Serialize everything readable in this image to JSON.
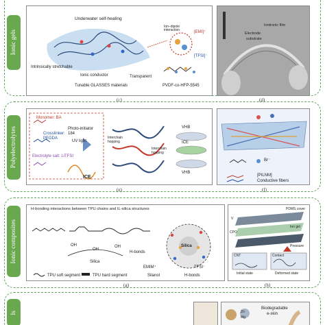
{
  "rows": [
    {
      "tab": "Ionic gels"
    },
    {
      "tab": "Polyelectrolytes"
    },
    {
      "tab": "Ionic composites"
    },
    {
      "tab": "ls"
    }
  ],
  "panel_c": {
    "letter": "(c)",
    "underwater": "Underwater self-healing",
    "ion_dipole": "Ion–dipole interaction",
    "emi": "[EMI]⁺",
    "tfsi": "[TFSI]⁻",
    "stretch": "Intrinsically stretchable",
    "conductor": "Ionic conductor",
    "transparent": "Transparent",
    "tunable": "Tunable GLASSES materials",
    "pvdf": "PVDF-co-HFP-5545"
  },
  "panel_d": {
    "letter": "(d)",
    "ionic_film": "Iontronic film",
    "electrode": "Electrode",
    "substrate": "substrate"
  },
  "panel_e": {
    "letter": "(e)",
    "monomer": "Monomer: BA",
    "crosslinker": "Crosslinker: PEGDA",
    "photo": "Photo-initiator 184",
    "uv": "UV light",
    "electrolyte": "Electrolyte salt: LiTFSI",
    "ice": "ICE",
    "interchain": "Interchain hopping",
    "interchain2": "Interchain hopping",
    "vhb1": "VHB",
    "ice2": "ICE",
    "vhb2": "VHB"
  },
  "panel_f": {
    "letter": "(f)",
    "br": "Br⁻",
    "pilnm": "[PILNM]",
    "fibers": "Conductive fibers"
  },
  "panel_g": {
    "letter": "(g)",
    "heading": "H-bonding interactions between TPU chains and IL-silica structures",
    "oh1": "OH",
    "oh2": "OH",
    "oh3": "OH",
    "silica": "Silica",
    "hbonds": "H-bonds",
    "silica_core": "Silica",
    "emim": "EMIM⁺",
    "tfsi": "TFSI⁻",
    "soft": "TPU soft segment",
    "hard": "TPU hard segment",
    "silanol": "Silanol",
    "hb": "H-bonds"
  },
  "panel_h": {
    "letter": "(h)",
    "pdms": "PDMS cover",
    "ion_gel": "Ion gel",
    "cpo": "CPO",
    "v": "V",
    "pressure": "Pressure",
    "cnt": "CNT",
    "contact": "Contact",
    "initial": "Initial state",
    "deformed": "Deformed state"
  },
  "panel_bio": {
    "biodegradable": "Biodegradable",
    "eskin": "e-skin",
    "zn": "Zn",
    "mg": "Mg"
  },
  "colors": {
    "tab_green": "#6aa84f",
    "dashed_border": "#5ea35a",
    "accent_red": "#c0392b",
    "accent_blue": "#1f4e9c"
  }
}
